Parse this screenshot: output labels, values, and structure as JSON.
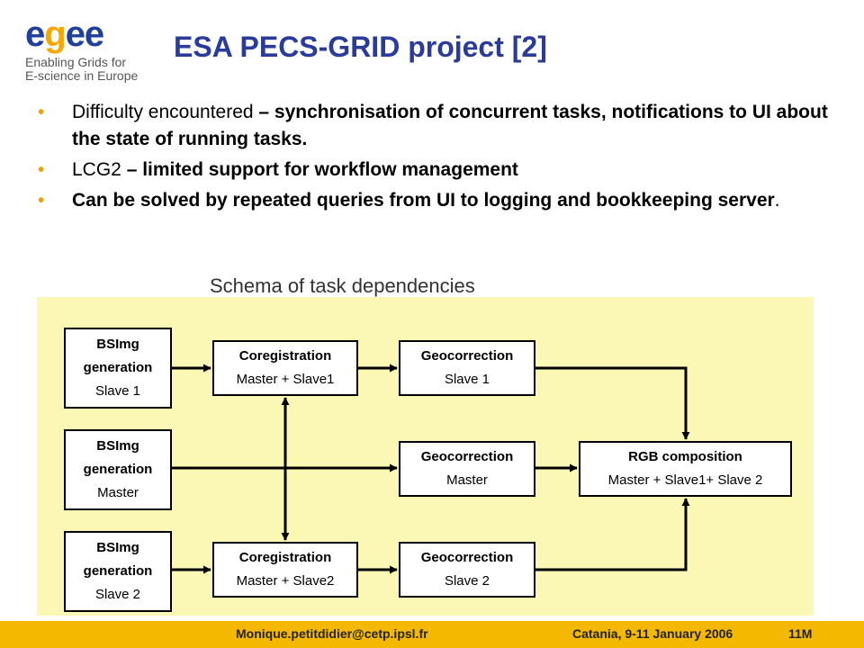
{
  "logo": {
    "word": "egee",
    "tagline_line1": "Enabling Grids for",
    "tagline_line2": "E-science in Europe"
  },
  "title": "ESA PECS-GRID project [2]",
  "bullets": [
    {
      "normal": "Difficulty encountered ",
      "bold": "– synchronisation of concurrent tasks, notifications to UI about the state of running tasks.",
      "tail": ""
    },
    {
      "normal": "LCG2 ",
      "bold": "– limited support for workflow management",
      "tail": ""
    },
    {
      "normal": "",
      "bold": "Can be solved by repeated queries from UI to logging and bookkeeping server",
      "tail": "."
    }
  ],
  "schema_title": "Schema of task dependencies",
  "boxes": {
    "bsimg1": {
      "l1": "BSImg",
      "l2": "generation",
      "l3": "Slave 1"
    },
    "bsimg2": {
      "l1": "BSImg",
      "l2": "generation",
      "l3": "Master"
    },
    "bsimg3": {
      "l1": "BSImg",
      "l2": "generation",
      "l3": "Slave 2"
    },
    "coreg1": {
      "l1": "Coregistration",
      "l2": "Master + Slave1"
    },
    "coreg2": {
      "l1": "Coregistration",
      "l2": "Master + Slave2"
    },
    "geo1": {
      "l1": "Geocorrection",
      "l2": "Slave 1"
    },
    "geo2": {
      "l1": "Geocorrection",
      "l2": "Master"
    },
    "geo3": {
      "l1": "Geocorrection",
      "l2": "Slave 2"
    },
    "rgb": {
      "l1": "RGB composition",
      "l2": "Master + Slave1+ Slave 2"
    }
  },
  "footer": {
    "email": "Monique.petitdidier@cetp.ipsl.fr",
    "event": "Catania, 9-11 January 2006",
    "slide": "11M"
  },
  "colors": {
    "title": "#2a3b9a",
    "panel": "#fbf7b4",
    "footer": "#f5b800",
    "bullet": "#f0a000"
  }
}
